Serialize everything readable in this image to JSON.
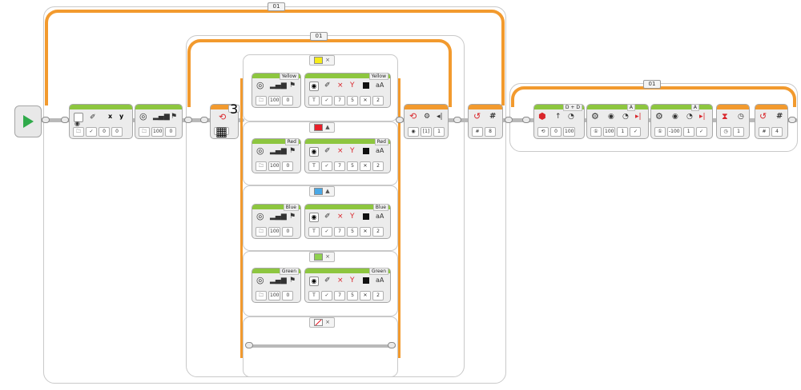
{
  "loops": {
    "outer_label": "01",
    "inner_label": "01",
    "right_label": "01"
  },
  "switch": {
    "cases": [
      {
        "name": "Yellow",
        "color": "#f6ec1a",
        "tab_mark": "×"
      },
      {
        "name": "Red",
        "color": "#e8202a",
        "tab_mark": "▲"
      },
      {
        "name": "Blue",
        "color": "#4aa8e6",
        "tab_mark": "▲"
      },
      {
        "name": "Green",
        "color": "#8fd14f",
        "tab_mark": "×"
      },
      {
        "name": "",
        "color": "#ffffff",
        "tab_mark": "×"
      }
    ],
    "header_value": "3",
    "sound_block": {
      "vol": "100",
      "mode": "0"
    },
    "display_block": {
      "p1": "7",
      "p2": "5",
      "p3": "2"
    }
  },
  "blocks": {
    "display_xy": {
      "x": "0",
      "y": "0",
      "x_label": "x",
      "y_label": "y"
    },
    "sound_first": {
      "vol": "100",
      "mode": "0"
    },
    "compare_after_switch": {
      "value": "1"
    },
    "math_a": {
      "value": "8"
    },
    "move_tank": {
      "label": "D + D",
      "speed": "0",
      "val": "100"
    },
    "motor_a": {
      "label": "A",
      "speed": "100",
      "rot": "1"
    },
    "motor_a2": {
      "label": "A",
      "speed": "-100",
      "rot": "1"
    },
    "wait": {
      "value": "1"
    },
    "math_b": {
      "value": "4"
    }
  },
  "colors": {
    "loop_orange": "#f29a2e",
    "block_green": "#8dc63f",
    "start_green": "#2faa4a"
  }
}
